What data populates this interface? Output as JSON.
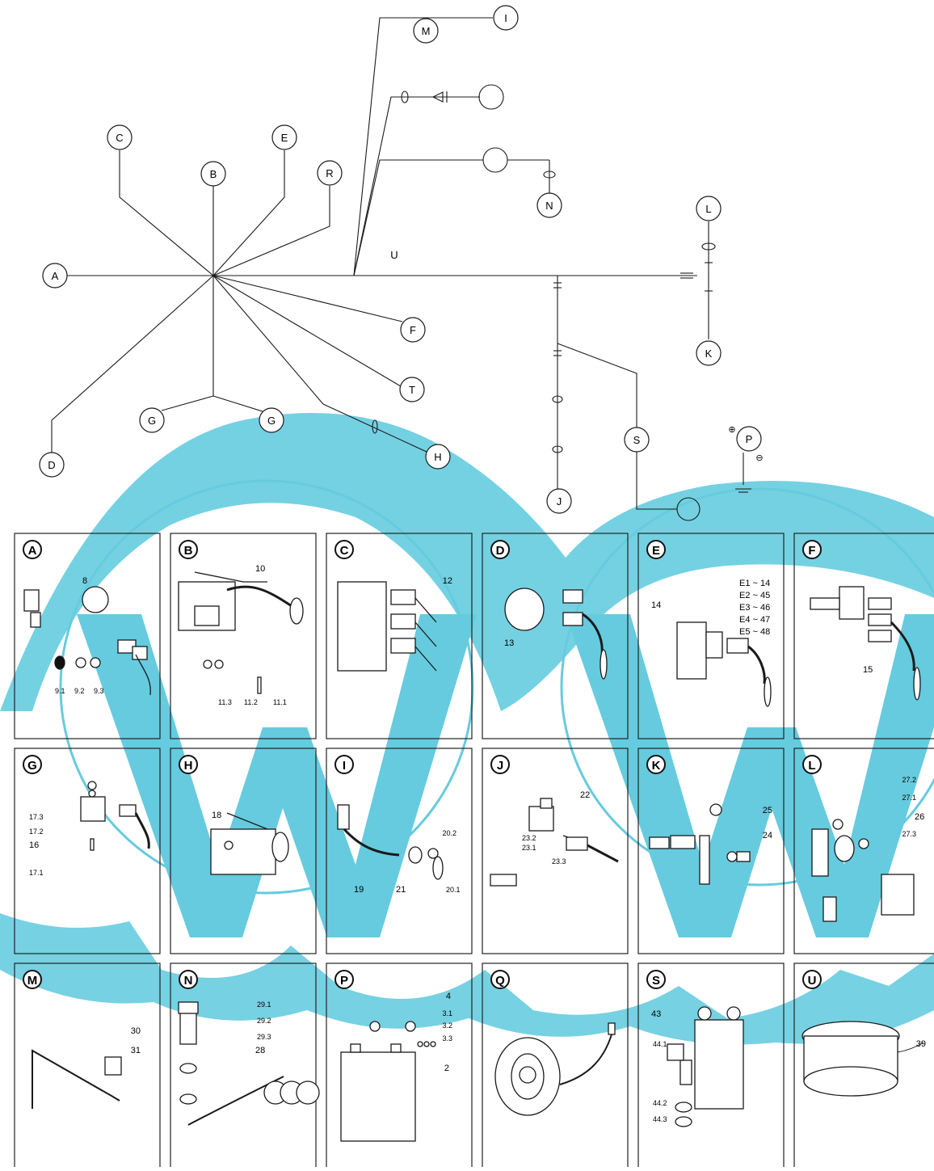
{
  "diagram": {
    "nodes": [
      {
        "id": "A",
        "label": "A"
      },
      {
        "id": "B",
        "label": "B"
      },
      {
        "id": "C",
        "label": "C"
      },
      {
        "id": "D",
        "label": "D"
      },
      {
        "id": "E",
        "label": "E"
      },
      {
        "id": "F",
        "label": "F"
      },
      {
        "id": "G1",
        "label": "G"
      },
      {
        "id": "G2",
        "label": "G"
      },
      {
        "id": "H",
        "label": "H"
      },
      {
        "id": "I",
        "label": "I"
      },
      {
        "id": "J",
        "label": "J"
      },
      {
        "id": "K",
        "label": "K"
      },
      {
        "id": "L",
        "label": "L"
      },
      {
        "id": "M",
        "label": "M"
      },
      {
        "id": "N",
        "label": "N"
      },
      {
        "id": "P",
        "label": "P"
      },
      {
        "id": "R",
        "label": "R"
      },
      {
        "id": "S",
        "label": "S"
      },
      {
        "id": "T",
        "label": "T"
      }
    ],
    "trunk_label": "U",
    "p_plus": "⊕",
    "p_minus": "⊖"
  },
  "panels": [
    {
      "id": "A",
      "letter": "A",
      "labels": [
        "8",
        "9.1",
        "9.2",
        "9.3"
      ]
    },
    {
      "id": "B",
      "letter": "B",
      "labels": [
        "10",
        "11.3",
        "11.2",
        "11.1"
      ]
    },
    {
      "id": "C",
      "letter": "C",
      "labels": [
        "12"
      ]
    },
    {
      "id": "D",
      "letter": "D",
      "labels": [
        "13"
      ]
    },
    {
      "id": "E",
      "letter": "E",
      "labels": [
        "14",
        "E1 ~ 14",
        "E2 ~ 45",
        "E3 ~ 46",
        "E4 ~ 47",
        "E5 ~ 48"
      ]
    },
    {
      "id": "F",
      "letter": "F",
      "labels": [
        "15"
      ]
    },
    {
      "id": "G",
      "letter": "G",
      "labels": [
        "17.3",
        "17.2",
        "16",
        "17.1"
      ]
    },
    {
      "id": "H",
      "letter": "H",
      "labels": [
        "18"
      ]
    },
    {
      "id": "I",
      "letter": "I",
      "labels": [
        "20.2",
        "19",
        "21",
        "20.1"
      ]
    },
    {
      "id": "J",
      "letter": "J",
      "labels": [
        "22",
        "23.2",
        "23.1",
        "23.3"
      ]
    },
    {
      "id": "K",
      "letter": "K",
      "labels": [
        "25",
        "24"
      ]
    },
    {
      "id": "L",
      "letter": "L",
      "labels": [
        "27.2",
        "27.1",
        "26",
        "27.3"
      ]
    },
    {
      "id": "M",
      "letter": "M",
      "labels": [
        "30",
        "31"
      ]
    },
    {
      "id": "N",
      "letter": "N",
      "labels": [
        "29.1",
        "29.2",
        "29.3",
        "28"
      ]
    },
    {
      "id": "P",
      "letter": "P",
      "labels": [
        "4",
        "3.1",
        "3.2",
        "3.3",
        "2"
      ]
    },
    {
      "id": "Q",
      "letter": "Q",
      "labels": []
    },
    {
      "id": "S",
      "letter": "S",
      "labels": [
        "43",
        "44.1",
        "44.2",
        "44.3"
      ]
    },
    {
      "id": "U",
      "letter": "U",
      "labels": [
        "39"
      ]
    }
  ],
  "colors": {
    "line": "#1a1a1a",
    "watermark": "#4cc3d9",
    "panel_border": "#222222"
  }
}
